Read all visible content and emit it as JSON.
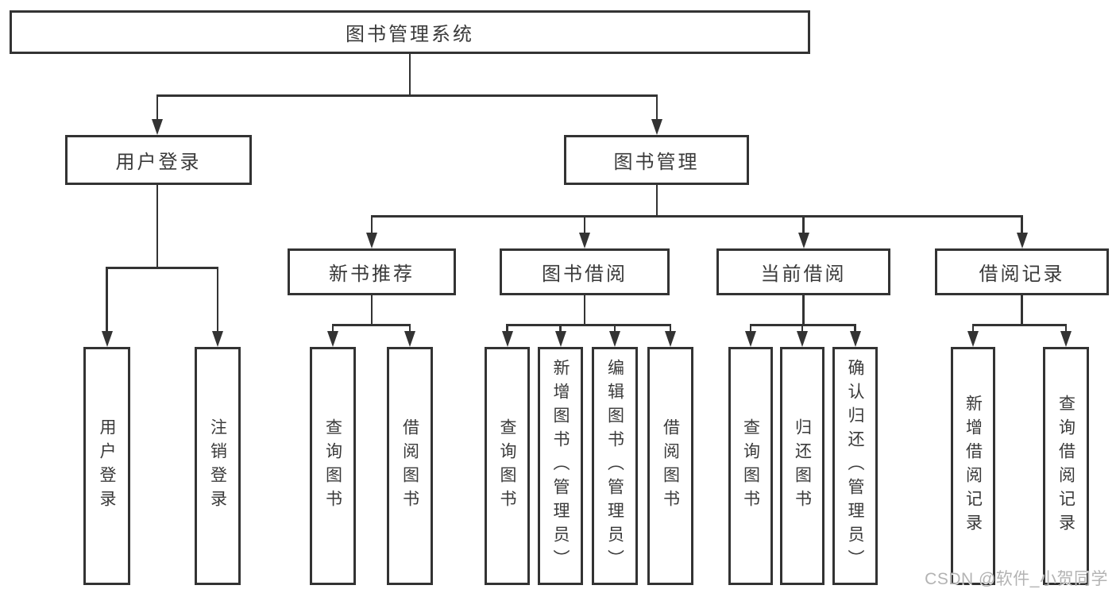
{
  "diagram": {
    "type": "hierarchy-tree",
    "root": {
      "label": "图书管理系统"
    },
    "children": [
      {
        "label": "用户登录",
        "children": [
          {
            "label": "用户登录"
          },
          {
            "label": "注销登录"
          }
        ]
      },
      {
        "label": "图书管理",
        "children": [
          {
            "label": "新书推荐",
            "children": [
              {
                "label": "查询图书"
              },
              {
                "label": "借阅图书"
              }
            ]
          },
          {
            "label": "图书借阅",
            "children": [
              {
                "label": "查询图书"
              },
              {
                "label": "新增图书（管理员）"
              },
              {
                "label": "编辑图书（管理员）"
              },
              {
                "label": "借阅图书"
              }
            ]
          },
          {
            "label": "当前借阅",
            "children": [
              {
                "label": "查询图书"
              },
              {
                "label": "归还图书"
              },
              {
                "label": "确认归还（管理员）"
              }
            ]
          },
          {
            "label": "借阅记录",
            "children": [
              {
                "label": "新增借阅记录"
              },
              {
                "label": "查询借阅记录"
              }
            ]
          }
        ]
      }
    ]
  },
  "watermark": {
    "text": "CSDN @软件_小贺同学"
  },
  "colors": {
    "line": "#333333",
    "box_border": "#333333",
    "text": "#3a3a3a",
    "watermark": "#b3b3b3",
    "background": "#ffffff"
  }
}
